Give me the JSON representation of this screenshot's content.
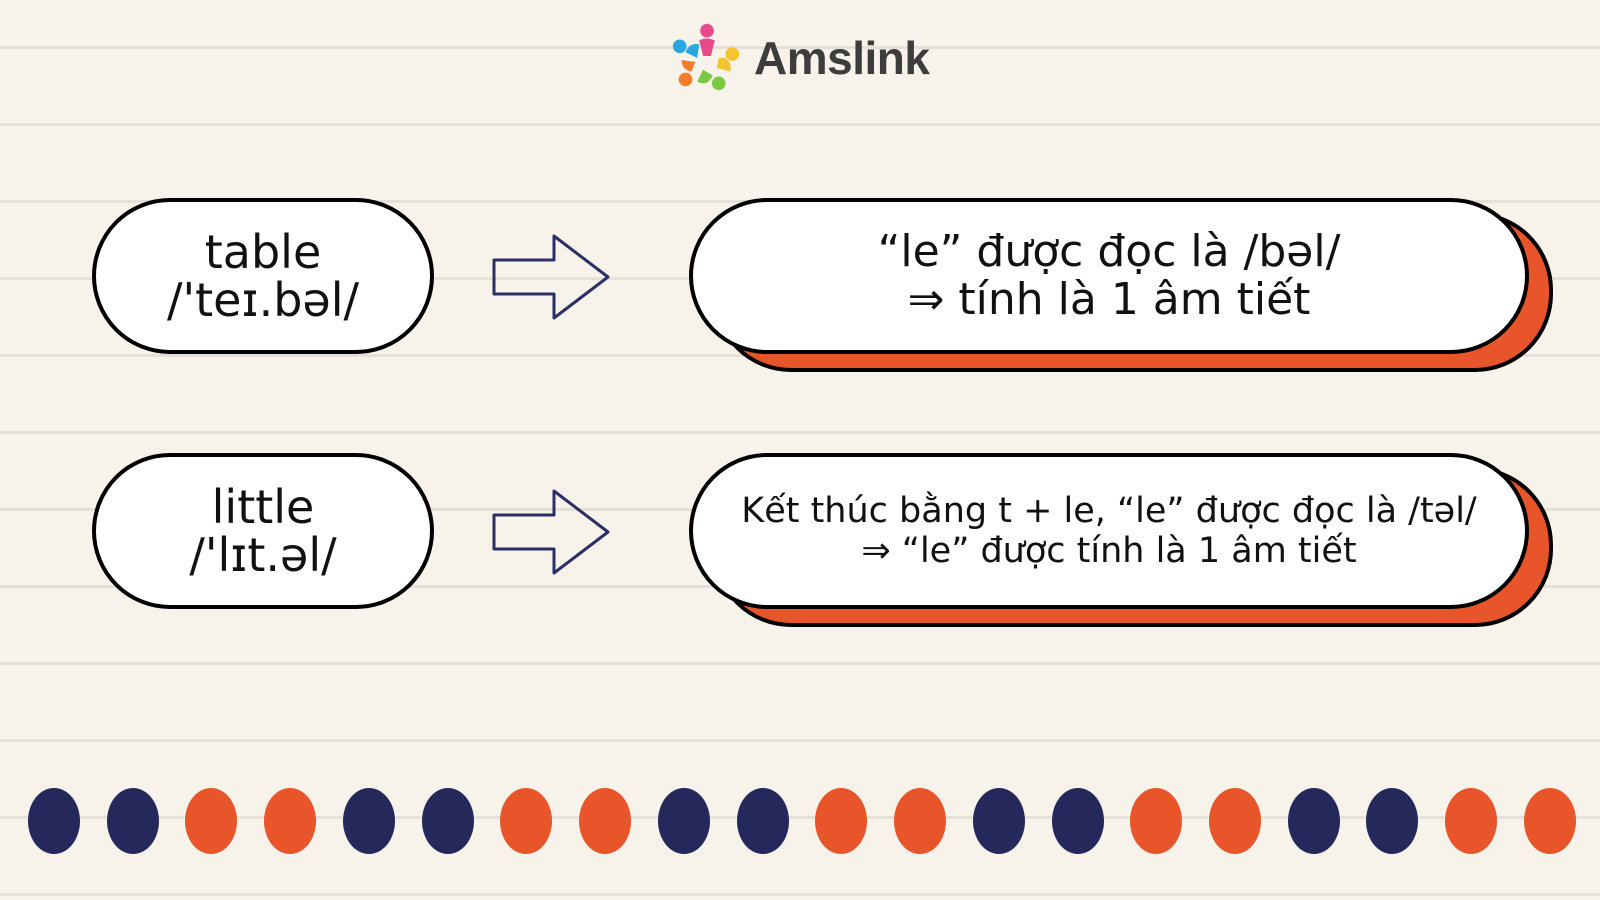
{
  "brand": {
    "name": "Amslink"
  },
  "rows": [
    {
      "word": "table",
      "ipa": "/'teɪ.bəl/",
      "explanation_line1": "“le” được đọc là /bəl/",
      "explanation_line2": "⇒ tính là 1 âm tiết"
    },
    {
      "word": "little",
      "ipa": "/'lɪt.əl/",
      "explanation_line1": "Kết thúc bằng t + le, “le” được đọc là /təl/",
      "explanation_line2": "⇒ “le” được tính là 1 âm tiết"
    }
  ],
  "colors": {
    "background": "#f8f3ea",
    "navy": "#24285a",
    "orange": "#e8552a",
    "arrow_stroke": "#2a2f66"
  },
  "dot_pattern": [
    "navy",
    "navy",
    "orange",
    "orange",
    "navy",
    "navy",
    "orange",
    "orange",
    "navy",
    "navy",
    "orange",
    "orange",
    "navy",
    "navy",
    "orange",
    "orange",
    "navy",
    "navy",
    "orange",
    "orange"
  ]
}
